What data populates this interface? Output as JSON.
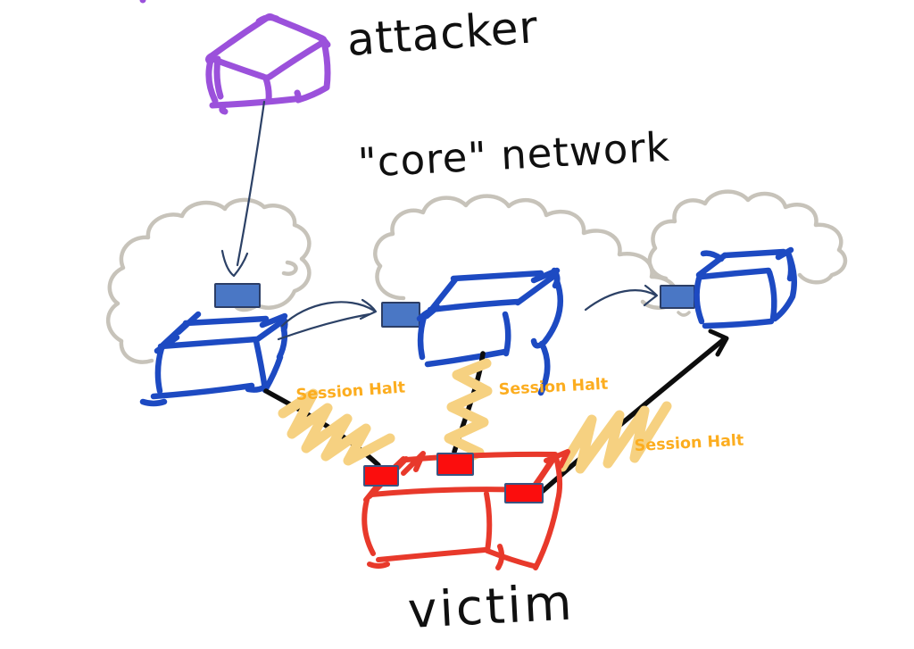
{
  "labels": {
    "attacker": "attacker",
    "core_network": "\"core\" network",
    "victim": "victim",
    "session_halt_left": "Session Halt",
    "session_halt_middle": "Session Halt",
    "session_halt_right": "Session Halt"
  },
  "diagram": {
    "nodes": [
      {
        "id": "attacker",
        "label": "attacker",
        "shape": "3d-box-sketch",
        "color": "#9B51DB"
      },
      {
        "id": "core-router-left",
        "shape": "3d-box-sketch",
        "color": "#1D4AC2",
        "in_cloud": true,
        "ports": 1
      },
      {
        "id": "core-router-middle",
        "shape": "3d-box-sketch",
        "color": "#1D4AC2",
        "in_cloud": true,
        "ports": 1
      },
      {
        "id": "core-router-right",
        "shape": "3d-box-sketch",
        "color": "#1D4AC2",
        "in_cloud": true,
        "ports": 1
      },
      {
        "id": "victim",
        "label": "victim",
        "shape": "3d-box-sketch",
        "color": "#E8392B",
        "ports": 3
      }
    ],
    "edges": [
      {
        "from": "attacker",
        "to": "core-router-left",
        "style": "thin-navy-arrow"
      },
      {
        "from": "core-router-left",
        "to": "core-router-middle",
        "style": "thin-navy-arrow"
      },
      {
        "from": "core-router-middle",
        "to": "core-router-right",
        "style": "thin-navy-arrow"
      },
      {
        "from": "core-router-left",
        "to": "victim",
        "style": "black-session-line",
        "status": "Session Halt"
      },
      {
        "from": "core-router-middle",
        "to": "victim",
        "style": "black-session-line",
        "status": "Session Halt"
      },
      {
        "from": "victim",
        "to": "core-router-right",
        "style": "black-session-arrow",
        "status": "Session Halt"
      }
    ],
    "region_label": "\"core\" network"
  },
  "colors": {
    "purple": "#9B51DB",
    "blue": "#1D4AC2",
    "red": "#E8392B",
    "cloud_gray": "#C7C3BA",
    "arrow_navy": "#2C4166",
    "line_black": "#0D0D0D",
    "squiggle_yellow": "#F6D181",
    "halt_text": "#FCAD1F",
    "port_fill": "#4A77C5",
    "port_border": "#2C3E66",
    "red_port_fill": "#FB0D0D",
    "red_port_border": "#3A5482",
    "ink": "#101010"
  }
}
